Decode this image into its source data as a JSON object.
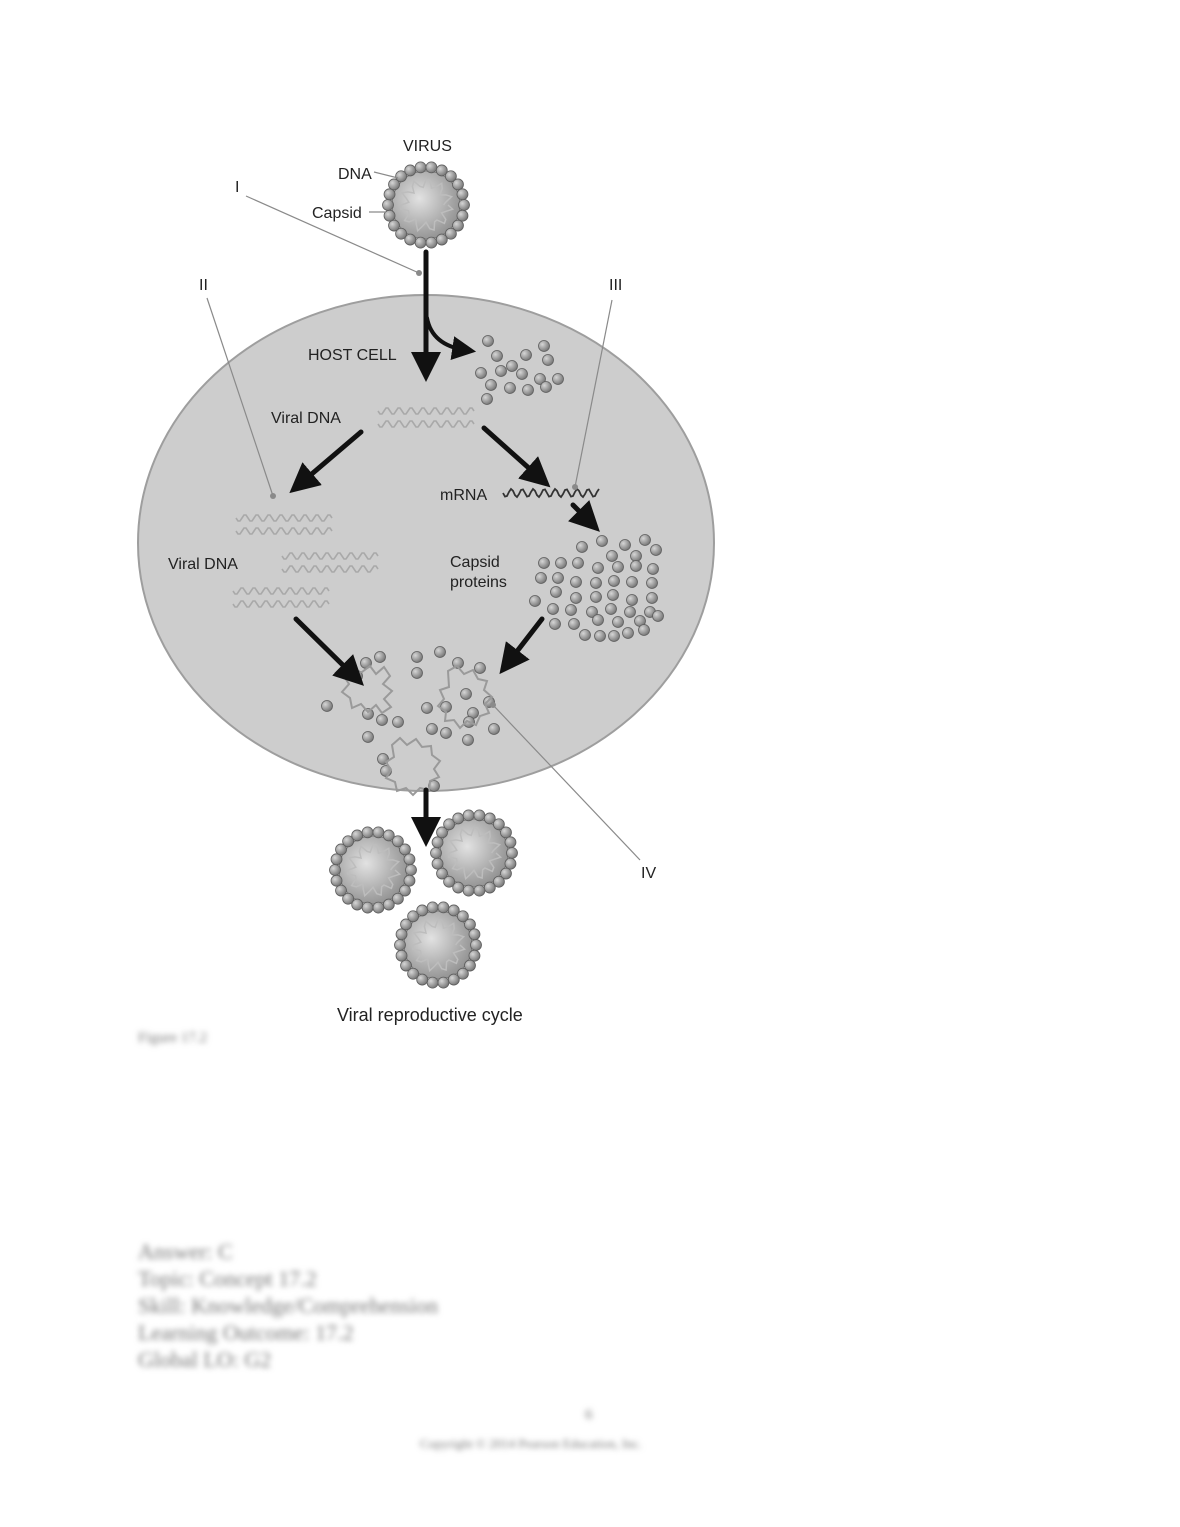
{
  "diagram": {
    "title": "Viral reproductive cycle",
    "labels": {
      "virus": "VIRUS",
      "dna": "DNA",
      "capsid": "Capsid",
      "host_cell": "HOST CELL",
      "viral_dna_top": "Viral DNA",
      "viral_dna_left": "Viral DNA",
      "mrna": "mRNA",
      "capsid_proteins_line1": "Capsid",
      "capsid_proteins_line2": "proteins"
    },
    "pointers": {
      "i": "I",
      "ii": "II",
      "iii": "III",
      "iv": "IV"
    },
    "colors": {
      "cell_fill": "#cdcdcd",
      "cell_stroke": "#9e9e9e",
      "capsomere": "#8f8f8f",
      "arrow": "#111111"
    }
  },
  "figure_caption": "Figure 17.2",
  "answer": {
    "answer": "Answer: C",
    "topic": "Topic: Concept 17.2",
    "skill": "Skill: Knowledge/Comprehension",
    "learning_outcome": "Learning Outcome: 17.2",
    "global_lo": "Global LO: G2"
  },
  "footer": {
    "page_number": "6",
    "copyright": "Copyright © 2014 Pearson Education, Inc."
  }
}
